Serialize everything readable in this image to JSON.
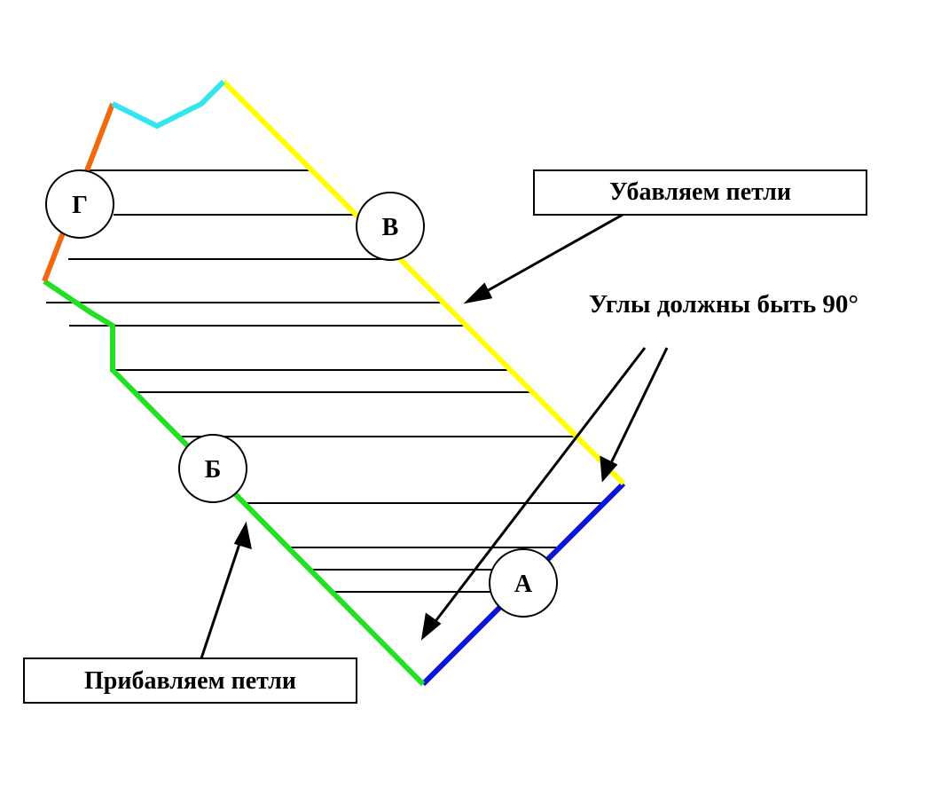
{
  "labels": {
    "decrease": "Убавляем петли",
    "increase": "Прибавляем петли",
    "angles": "Углы должны быть 90°"
  },
  "markers": {
    "a": "А",
    "b": "Б",
    "v": "В",
    "g": "Г"
  },
  "colors": {
    "blue": "#0a14d8",
    "green": "#22e022",
    "yellow": "#ffff00",
    "orange": "#f26a0f",
    "cyan": "#33e6ee",
    "line": "#000000"
  }
}
